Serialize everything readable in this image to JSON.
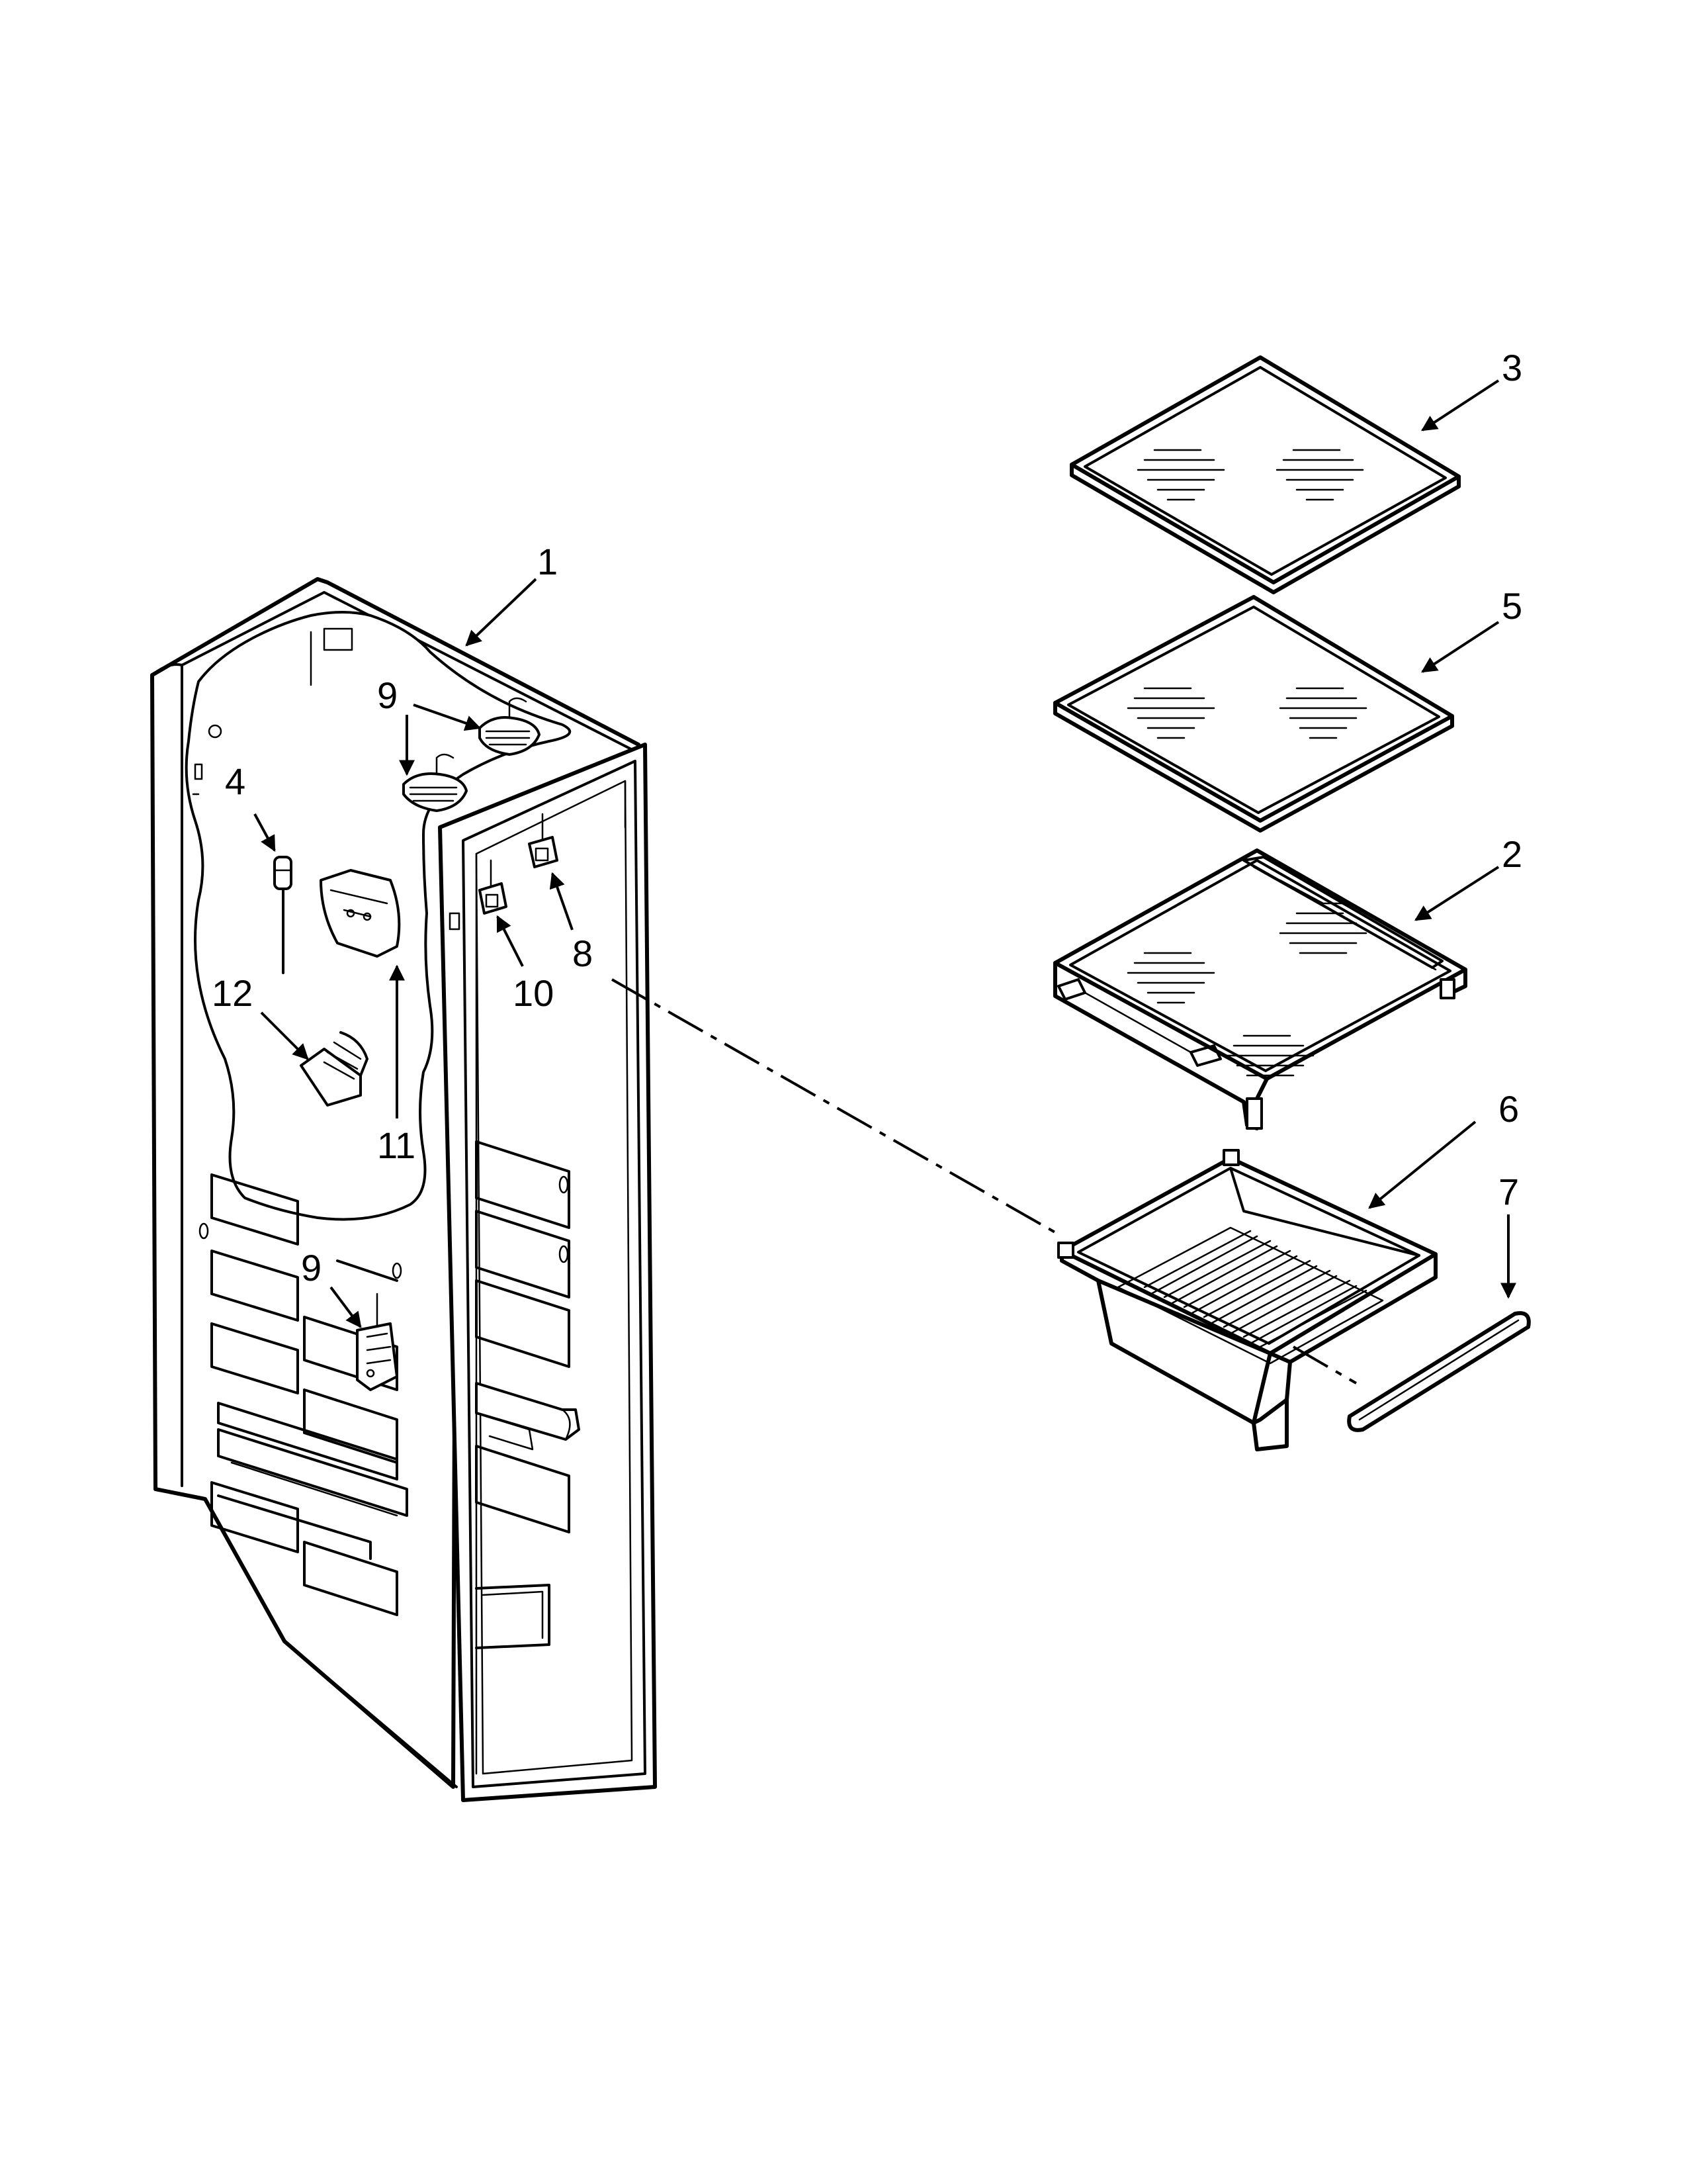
{
  "diagram": {
    "colors": {
      "line": "#000000",
      "background": "#ffffff"
    },
    "callouts": [
      {
        "id": "c1",
        "label": "1",
        "part": "liner"
      },
      {
        "id": "c2",
        "label": "2",
        "part": "crisper-cover-shelf"
      },
      {
        "id": "c3",
        "label": "3",
        "part": "glass-shelf-top"
      },
      {
        "id": "c4",
        "label": "4",
        "part": "sensor-probe"
      },
      {
        "id": "c5",
        "label": "5",
        "part": "glass-shelf-middle"
      },
      {
        "id": "c6",
        "label": "6",
        "part": "crisper-drawer"
      },
      {
        "id": "c7",
        "label": "7",
        "part": "drawer-rail"
      },
      {
        "id": "c8",
        "label": "8",
        "part": "switch-upper"
      },
      {
        "id": "c9a",
        "label": "9",
        "part": "light-socket-upper"
      },
      {
        "id": "c9b",
        "label": "9",
        "part": "light-socket-lower"
      },
      {
        "id": "c10",
        "label": "10",
        "part": "switch-lower"
      },
      {
        "id": "c11",
        "label": "11",
        "part": "light-housing"
      },
      {
        "id": "c12",
        "label": "12",
        "part": "light-cover"
      }
    ]
  }
}
